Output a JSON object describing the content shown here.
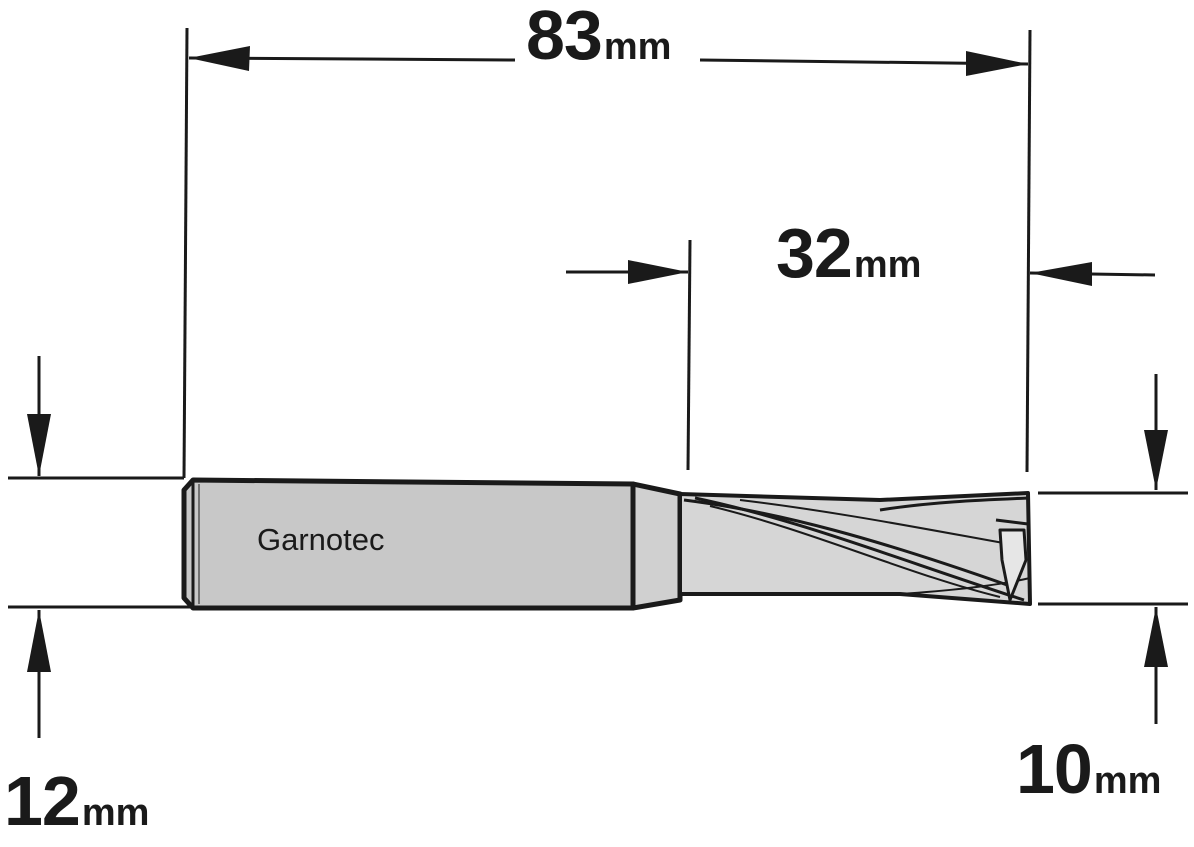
{
  "dimensions": {
    "overall_length": {
      "value": "83",
      "unit": "mm"
    },
    "cutting_length": {
      "value": "32",
      "unit": "mm"
    },
    "shank_diameter": {
      "value": "12",
      "unit": "mm"
    },
    "cutting_diameter": {
      "value": "10",
      "unit": "mm"
    }
  },
  "shank_text": "Garnotec",
  "colors": {
    "outline": "#1a1a1a",
    "shank_fill": "#c8c8c8",
    "flute_fill": "#d6d6d6",
    "background": "#ffffff"
  }
}
